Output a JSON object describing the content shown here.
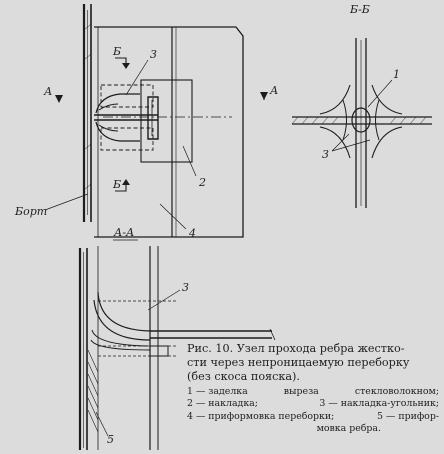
{
  "labels": {
    "b_top": "Б",
    "b_bottom": "Б",
    "a_left": "А",
    "a_right": "А",
    "n3_top": "3",
    "n2": "2",
    "n4": "4",
    "bort": "Борт",
    "bb": "Б-Б",
    "n1": "1",
    "n3_bb": "3",
    "aa": "А-А",
    "n3_aa": "3",
    "n5": "5"
  },
  "caption": {
    "line1": "Рис. 10. Узел прохода ребра жестко-",
    "line2": "сти через непроницаемую переборку",
    "line3": "(без скоса пояска)."
  },
  "legend": {
    "l1a": "1 — заделка",
    "l1b": "выреза",
    "l1c": "стекловолокном;",
    "l2a": "2 — накладка;",
    "l2b": "3 — накладка-угольник;",
    "l3a": "4 — приформовка переборки;",
    "l3b": "5 — прифор-",
    "l4": "мовка ребра."
  }
}
